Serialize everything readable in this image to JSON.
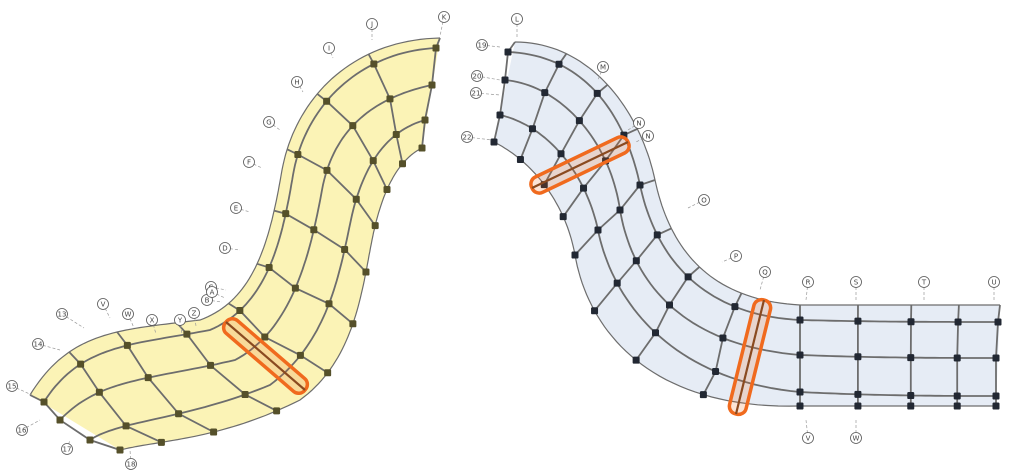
{
  "colors": {
    "left_fill": "#fbf3b6",
    "right_fill": "#e6ecf5",
    "highlight": "#f06a1e",
    "beam": "#666666",
    "column_left": "#55502a",
    "column_right": "#222833",
    "bubble_stroke": "#555555"
  },
  "left_plan": {
    "grid_labels_radial": [
      "K",
      "J",
      "I",
      "H",
      "G",
      "F",
      "E",
      "D",
      "C",
      "B",
      "A",
      "V",
      "W",
      "X",
      "Y",
      "Z"
    ],
    "grid_labels_arc": [
      "13",
      "14",
      "15",
      "16",
      "17",
      "18"
    ]
  },
  "right_plan": {
    "grid_labels_radial": [
      "L",
      "M",
      "N",
      "N",
      "O",
      "P",
      "Q",
      "R",
      "S",
      "T",
      "U",
      "V",
      "W"
    ],
    "grid_labels_arc": [
      "19",
      "20",
      "21",
      "22"
    ]
  },
  "highlights": [
    {
      "name": "left-highlight-bay"
    },
    {
      "name": "right-highlight-bay-top"
    },
    {
      "name": "right-highlight-bay-bottom"
    }
  ]
}
